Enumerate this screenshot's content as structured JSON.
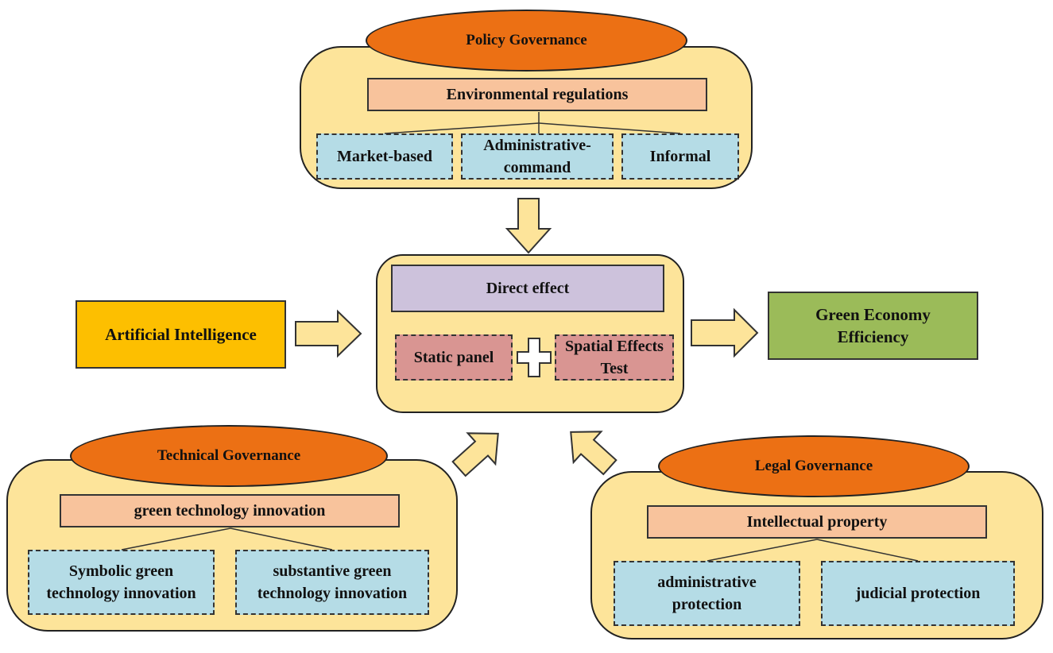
{
  "policy": {
    "title": "Policy Governance",
    "main": "Environmental regulations",
    "items": [
      "Market-based",
      "Administrative-\ncommand",
      "Informal"
    ]
  },
  "center": {
    "direct": "Direct effect",
    "left": "Static panel",
    "right": "Spatial Effects\nTest"
  },
  "input": "Artificial Intelligence",
  "output": "Green Economy\nEfficiency",
  "technical": {
    "title": "Technical Governance",
    "main": "green technology innovation",
    "items": [
      "Symbolic green\ntechnology innovation",
      "substantive green\ntechnology innovation"
    ]
  },
  "legal": {
    "title": "Legal Governance",
    "main": "Intellectual property",
    "items": [
      "administrative\nprotection",
      "judicial protection"
    ]
  },
  "colors": {
    "panel": "#fde49a",
    "ellipse": "#ec7014",
    "bar": "#f8c39c",
    "subbox": "#b5dce6",
    "direct": "#cdc2dc",
    "pink": "#d99592",
    "ai": "#fdbf00",
    "green": "#9bbb59",
    "arrow": "#fde49a"
  }
}
